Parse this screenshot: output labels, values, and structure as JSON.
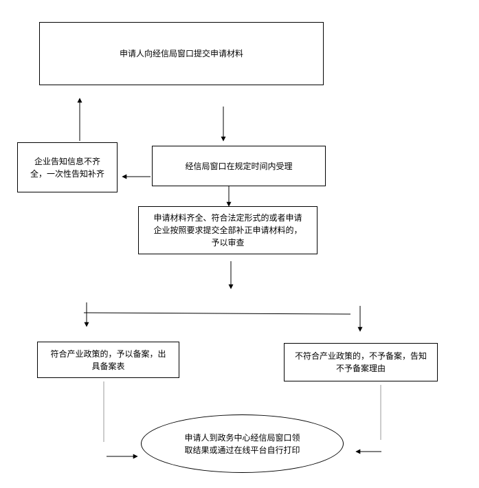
{
  "nodes": {
    "submit": "申请人向经信局窗口提交申请材料",
    "accept": "经信局窗口在规定时间内受理",
    "incomplete_line1": "企业告知信息不齐",
    "incomplete_line2": "全，一次性告知补齐",
    "review_line1": "申请材料齐全、符合法定形式的或者申请",
    "review_line2": "企业按照要求提交全部补正申请材料的，",
    "review_line3": "予以审查",
    "approve_line1": "符合产业政策的，予以备案，出",
    "approve_line2": "具备案表",
    "reject_line1": "不符合产业政策的，不予备案，告知",
    "reject_line2": "不予备案理由",
    "result_line1": "申请人到政务中心经信局窗口领",
    "result_line2": "取结果或通过在线平台自行打印"
  }
}
